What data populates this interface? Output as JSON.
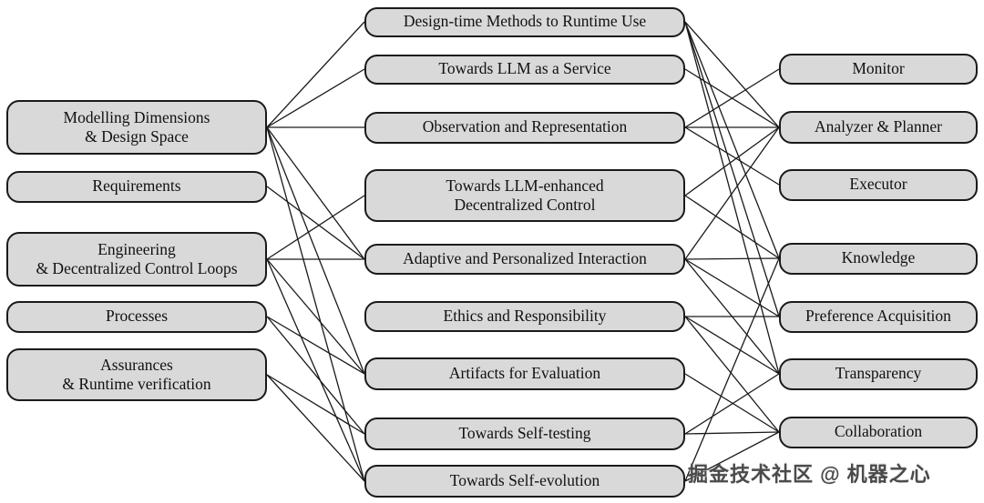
{
  "figure": {
    "watermark": "掘金技术社区 @ 机器之心",
    "line_color": "#1a1a1a",
    "box_fill": "#d9d9d9",
    "box_border": "#1a1a1a"
  },
  "diagram": {
    "columns": {
      "left": [
        {
          "id": "modelling",
          "label": "Modelling Dimensions\n& Design Space"
        },
        {
          "id": "requirements",
          "label": "Requirements"
        },
        {
          "id": "engineering",
          "label": "Engineering\n& Decentralized Control Loops"
        },
        {
          "id": "processes",
          "label": "Processes"
        },
        {
          "id": "assurances",
          "label": "Assurances\n& Runtime verification"
        }
      ],
      "middle": [
        {
          "id": "design_time",
          "label": "Design-time Methods to Runtime Use"
        },
        {
          "id": "llm_service",
          "label": "Towards LLM as a Service"
        },
        {
          "id": "observation",
          "label": "Observation and Representation"
        },
        {
          "id": "llm_enhanced",
          "label": "Towards LLM-enhanced\nDecentralized Control"
        },
        {
          "id": "adaptive",
          "label": "Adaptive and Personalized Interaction"
        },
        {
          "id": "ethics",
          "label": "Ethics and Responsibility"
        },
        {
          "id": "artifacts",
          "label": "Artifacts for Evaluation"
        },
        {
          "id": "self_testing",
          "label": "Towards Self-testing"
        },
        {
          "id": "self_evolution",
          "label": "Towards Self-evolution"
        }
      ],
      "right": [
        {
          "id": "monitor",
          "label": "Monitor"
        },
        {
          "id": "analyzer",
          "label": "Analyzer & Planner"
        },
        {
          "id": "executor",
          "label": "Executor"
        },
        {
          "id": "knowledge",
          "label": "Knowledge"
        },
        {
          "id": "pref_acq",
          "label": "Preference Acquisition"
        },
        {
          "id": "transparency",
          "label": "Transparency"
        },
        {
          "id": "collaboration",
          "label": "Collaboration"
        }
      ]
    },
    "edges": {
      "left_to_middle": [
        [
          "modelling",
          "design_time"
        ],
        [
          "modelling",
          "llm_service"
        ],
        [
          "modelling",
          "observation"
        ],
        [
          "modelling",
          "adaptive"
        ],
        [
          "modelling",
          "artifacts"
        ],
        [
          "modelling",
          "self_evolution"
        ],
        [
          "requirements",
          "adaptive"
        ],
        [
          "engineering",
          "llm_enhanced"
        ],
        [
          "engineering",
          "adaptive"
        ],
        [
          "engineering",
          "artifacts"
        ],
        [
          "engineering",
          "self_evolution"
        ],
        [
          "processes",
          "artifacts"
        ],
        [
          "processes",
          "self_testing"
        ],
        [
          "assurances",
          "self_testing"
        ],
        [
          "assurances",
          "self_evolution"
        ]
      ],
      "middle_to_right": [
        [
          "design_time",
          "analyzer"
        ],
        [
          "design_time",
          "knowledge"
        ],
        [
          "design_time",
          "pref_acq"
        ],
        [
          "design_time",
          "transparency"
        ],
        [
          "llm_service",
          "analyzer"
        ],
        [
          "observation",
          "monitor"
        ],
        [
          "observation",
          "analyzer"
        ],
        [
          "observation",
          "executor"
        ],
        [
          "llm_enhanced",
          "analyzer"
        ],
        [
          "llm_enhanced",
          "knowledge"
        ],
        [
          "adaptive",
          "analyzer"
        ],
        [
          "adaptive",
          "knowledge"
        ],
        [
          "adaptive",
          "pref_acq"
        ],
        [
          "adaptive",
          "transparency"
        ],
        [
          "ethics",
          "pref_acq"
        ],
        [
          "ethics",
          "transparency"
        ],
        [
          "ethics",
          "collaboration"
        ],
        [
          "artifacts",
          "collaboration"
        ],
        [
          "self_testing",
          "transparency"
        ],
        [
          "self_testing",
          "collaboration"
        ],
        [
          "self_evolution",
          "knowledge"
        ],
        [
          "self_evolution",
          "collaboration"
        ]
      ]
    }
  }
}
